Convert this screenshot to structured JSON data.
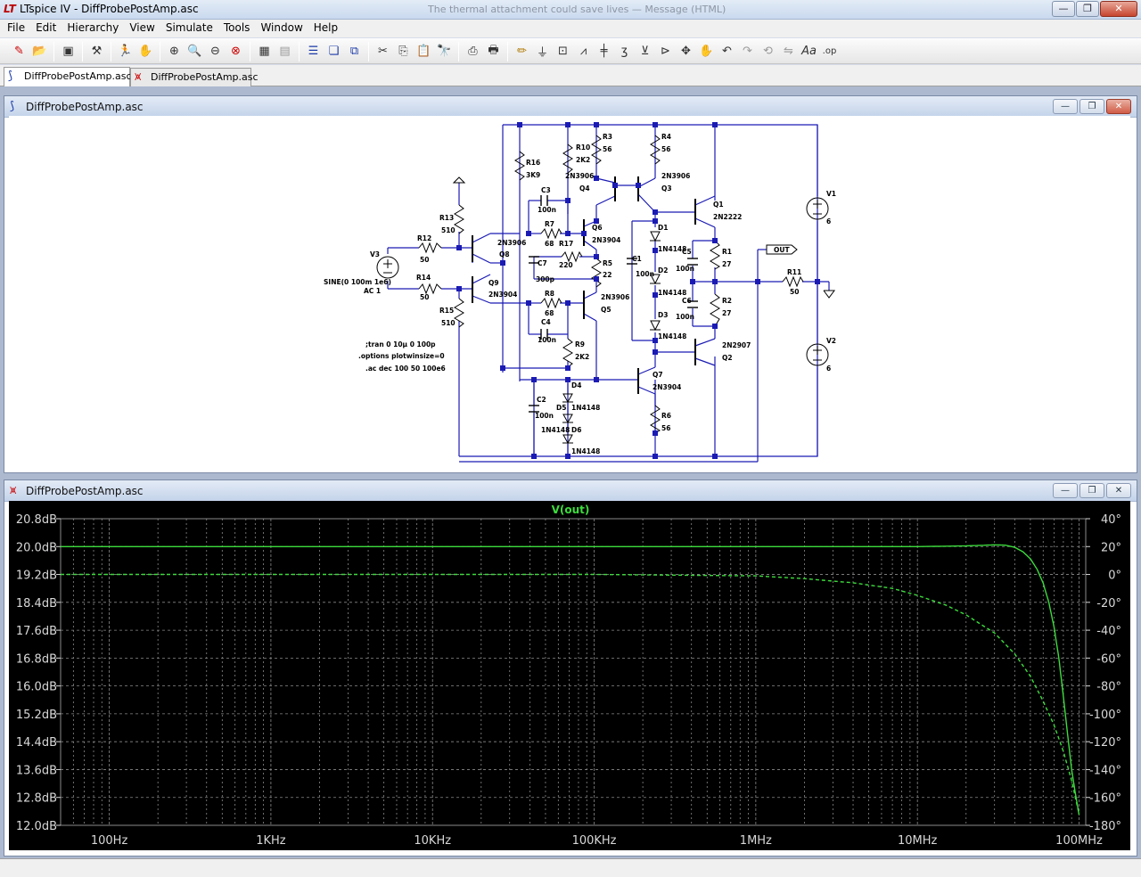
{
  "window": {
    "app_title": "LTspice IV - DiffProbePostAmp.asc",
    "background_title": "The thermal attachment could save lives — Message (HTML)",
    "minimize": "—",
    "maximize": "❐",
    "close": "✕"
  },
  "menu": [
    "File",
    "Edit",
    "Hierarchy",
    "View",
    "Simulate",
    "Tools",
    "Window",
    "Help"
  ],
  "toolbar_icons": [
    "new-schematic-icon",
    "open-icon",
    "save-icon",
    "control-panel-icon",
    "run-icon",
    "halt-icon",
    "zoom-in-icon",
    "zoom-pan-icon",
    "zoom-out-icon",
    "zoom-fit-icon",
    "autorange-icon",
    "grid-icon",
    "tile-horizontal-icon",
    "cascade-icon",
    "close-all-icon",
    "cut-icon",
    "copy-icon",
    "paste-icon",
    "find-icon",
    "print-icon",
    "print-preview-icon",
    "wire-icon",
    "ground-icon",
    "label-net-icon",
    "resistor-icon",
    "capacitor-icon",
    "inductor-icon",
    "diode-icon",
    "component-icon",
    "move-icon",
    "drag-icon",
    "undo-icon",
    "redo-icon",
    "rotate-icon",
    "mirror-icon",
    "text-icon",
    "spice-directive-icon"
  ],
  "tabs": [
    {
      "label": "DiffProbePostAmp.asc",
      "icon": "schematic-icon"
    },
    {
      "label": "DiffProbePostAmp.asc",
      "icon": "waveform-icon"
    }
  ],
  "schematic_window": {
    "title": "DiffProbePostAmp.asc"
  },
  "plot_window": {
    "title": "DiffProbePostAmp.asc"
  },
  "schematic": {
    "labels": {
      "R16": "R16",
      "R16v": "3K9",
      "R10": "R10",
      "R10v": "2K2",
      "R3": "R3",
      "R3v": "56",
      "R4": "R4",
      "R4v": "56",
      "Q4": "Q4",
      "Q4t": "2N3906",
      "Q3": "Q3",
      "Q3t": "2N3906",
      "Q1": "Q1",
      "Q1t": "2N2222",
      "V1": "V1",
      "V1v": "6",
      "C3": "C3",
      "C3v": "100n",
      "R13": "R13",
      "R13v": "510",
      "R7": "R7",
      "R7v": "68",
      "Q6": "Q6",
      "Q6t": "2N3904",
      "D1": "D1",
      "D1t": "1N4148",
      "C1": "C1",
      "C1v": "100n",
      "C5": "C5",
      "C5v": "100n",
      "R1": "R1",
      "R1v": "27",
      "V3": "V3",
      "R12": "R12",
      "R12v": "50",
      "Q8": "Q8",
      "Q8t": "2N3906",
      "C7": "C7",
      "C7v": "300p",
      "R17": "R17",
      "R17v": "220",
      "R5": "R5",
      "R5v": "22",
      "D2": "D2",
      "D2t": "1N4148",
      "OUT": "OUT",
      "R11": "R11",
      "R11v": "50",
      "source": "SINE(0 100m 1e6)",
      "ac": "AC 1",
      "R14": "R14",
      "R14v": "50",
      "Q9": "Q9",
      "Q9t": "2N3904",
      "R8": "R8",
      "R8v": "68",
      "Q5": "Q5",
      "Q5t": "2N3906",
      "C6": "C6",
      "C6v": "100n",
      "R2": "R2",
      "R2v": "27",
      "R15": "R15",
      "R15v": "510",
      "C4": "C4",
      "C4v": "100n",
      "D3": "D3",
      "D3t": "1N4148",
      "Q2": "Q2",
      "Q2t": "2N2907",
      "V2": "V2",
      "V2v": "6",
      "R9": "R9",
      "R9v": "2K2",
      "Q7": "Q7",
      "Q7t": "2N3904",
      "D4": "D4",
      "C2": "C2",
      "C2v": "100n",
      "D5": "D5",
      "D5t": "1N4148",
      "R6": "R6",
      "R6v": "56",
      "D6": "D6",
      "D6t": "1N4148",
      "D46t": "1N4148"
    },
    "directives": [
      ";tran 0 10µ 0 100p",
      ".options plotwinsize=0",
      ".ac dec 100 50 100e6"
    ]
  },
  "chart_data": {
    "type": "line",
    "title": "V(out)",
    "x_scale": "log",
    "xlim": [
      50,
      110000000
    ],
    "x_ticks": [
      {
        "value": 100,
        "label": "100Hz"
      },
      {
        "value": 1000,
        "label": "1KHz"
      },
      {
        "value": 10000,
        "label": "10KHz"
      },
      {
        "value": 100000,
        "label": "100KHz"
      },
      {
        "value": 1000000,
        "label": "1MHz"
      },
      {
        "value": 10000000,
        "label": "10MHz"
      },
      {
        "value": 100000000,
        "label": "100MHz"
      }
    ],
    "y_left": {
      "unit": "dB",
      "ylim": [
        12.0,
        20.8
      ],
      "tick_labels": [
        "20.8dB",
        "20.0dB",
        "19.2dB",
        "18.4dB",
        "17.6dB",
        "16.8dB",
        "16.0dB",
        "15.2dB",
        "14.4dB",
        "13.6dB",
        "12.8dB",
        "12.0dB"
      ]
    },
    "y_right": {
      "unit": "°",
      "ylim": [
        -180,
        40
      ],
      "tick_labels": [
        "40°",
        "20°",
        "0°",
        "-20°",
        "-40°",
        "-60°",
        "-80°",
        "-100°",
        "-120°",
        "-140°",
        "-160°",
        "-180°"
      ]
    },
    "grid": true,
    "series": [
      {
        "name": "V(out)",
        "quantity": "magnitude",
        "axis": "left",
        "color": "#3cdc3c",
        "style": "solid",
        "x": [
          50,
          1000000,
          10000000,
          20000000,
          30000000,
          35000000,
          40000000,
          45000000,
          50000000,
          55000000,
          60000000,
          65000000,
          70000000,
          75000000,
          80000000,
          85000000,
          90000000,
          95000000,
          100000000
        ],
        "y": [
          20.0,
          20.0,
          20.0,
          20.02,
          20.05,
          20.04,
          19.98,
          19.85,
          19.65,
          19.35,
          18.95,
          18.4,
          17.7,
          16.8,
          15.7,
          14.6,
          13.6,
          12.9,
          12.3
        ]
      },
      {
        "name": "V(out) phase",
        "quantity": "phase",
        "axis": "right",
        "color": "#3cdc3c",
        "style": "dashed",
        "x": [
          50,
          100000,
          1000000,
          2000000,
          4000000,
          7000000,
          10000000,
          15000000,
          20000000,
          30000000,
          40000000,
          50000000,
          60000000,
          70000000,
          80000000,
          90000000,
          100000000
        ],
        "y": [
          0,
          0,
          -1,
          -3,
          -6,
          -10,
          -15,
          -22,
          -29,
          -42,
          -57,
          -73,
          -91,
          -108,
          -127,
          -148,
          -172
        ]
      }
    ],
    "line_color": "#3cdc3c",
    "grid_color": "#8a8a8a",
    "background_color": "#000000",
    "label_color": "#d8d8d8"
  }
}
